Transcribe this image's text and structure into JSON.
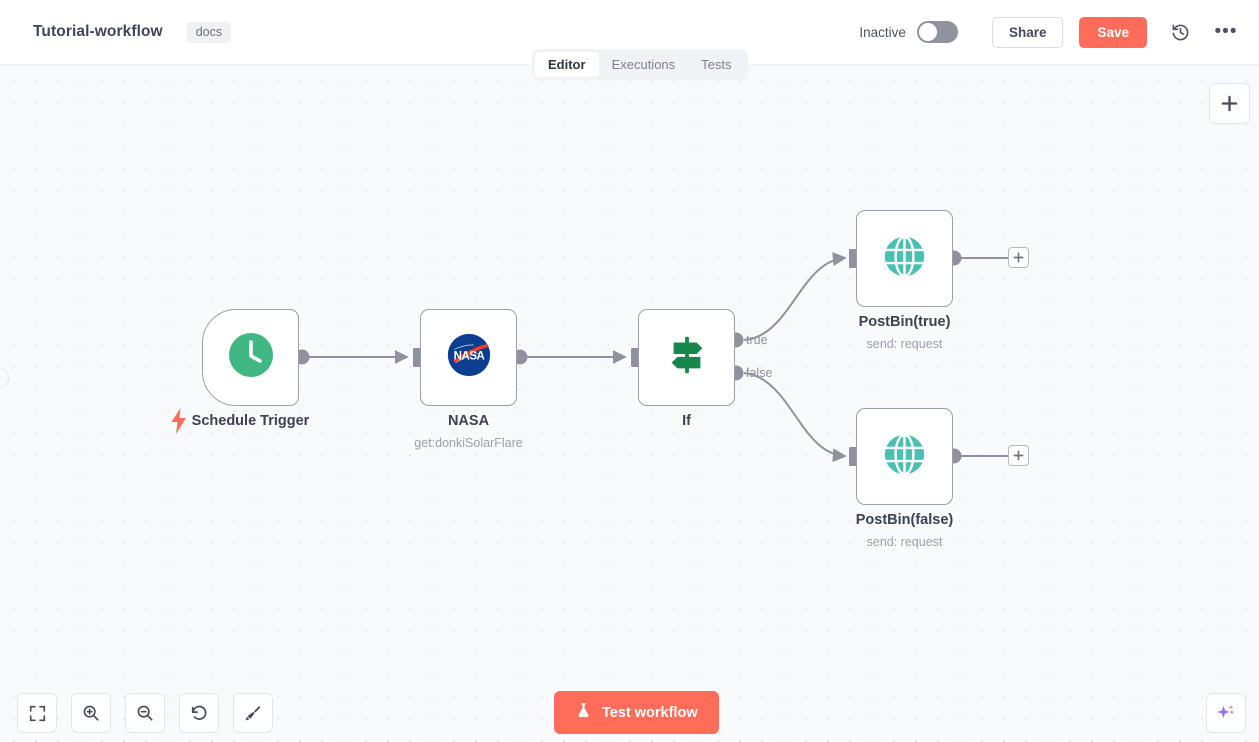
{
  "header": {
    "workflow_title": "Tutorial-workflow",
    "docs_tag": "docs",
    "activation_label": "Inactive",
    "share_label": "Share",
    "save_label": "Save",
    "history_icon": "history-icon",
    "more_icon": "ellipsis-icon",
    "toggle_state": "off"
  },
  "tabs": [
    {
      "label": "Editor",
      "active": true
    },
    {
      "label": "Executions",
      "active": false
    },
    {
      "label": "Tests",
      "active": false
    }
  ],
  "canvas": {
    "add_node_icon": "plus-icon",
    "nodes": [
      {
        "id": "schedule-trigger",
        "label": "Schedule Trigger",
        "subtitle": "",
        "icon": "clock-icon",
        "icon_color": "#41B883",
        "type": "trigger",
        "badge_icon": "lightning-bolt-icon"
      },
      {
        "id": "nasa",
        "label": "NASA",
        "subtitle": "get:donkiSolarFlare",
        "icon": "nasa-logo-icon",
        "icon_color": "#0B3D91",
        "type": "action"
      },
      {
        "id": "if",
        "label": "If",
        "subtitle": "",
        "icon": "signpost-icon",
        "icon_color": "#18874B",
        "type": "conditional",
        "outputs": [
          "true",
          "false"
        ]
      },
      {
        "id": "postbin-true",
        "label": "PostBin(true)",
        "subtitle": "send: request",
        "icon": "globe-icon",
        "icon_color": "#4BBFB2",
        "type": "action"
      },
      {
        "id": "postbin-false",
        "label": "PostBin(false)",
        "subtitle": "send: request",
        "icon": "globe-icon",
        "icon_color": "#4BBFB2",
        "type": "action"
      }
    ],
    "connection_labels": {
      "true": "true",
      "false": "false"
    },
    "add_connector_icon": "plus-icon"
  },
  "toolbar": {
    "buttons": [
      {
        "name": "fit-to-view-button",
        "icon": "fit-screen-icon"
      },
      {
        "name": "zoom-in-button",
        "icon": "zoom-in-icon"
      },
      {
        "name": "zoom-out-button",
        "icon": "zoom-out-icon"
      },
      {
        "name": "reset-zoom-button",
        "icon": "undo-icon"
      },
      {
        "name": "tidy-up-button",
        "icon": "broom-icon"
      }
    ],
    "test_workflow_label": "Test workflow",
    "test_workflow_icon": "flask-icon",
    "ai_assistant_icon": "sparkle-icon"
  },
  "colors": {
    "accent": "#ff6d5a",
    "canvas_bg": "#f9fafc",
    "node_border": "#9a9fab",
    "wire": "#8d929e"
  }
}
